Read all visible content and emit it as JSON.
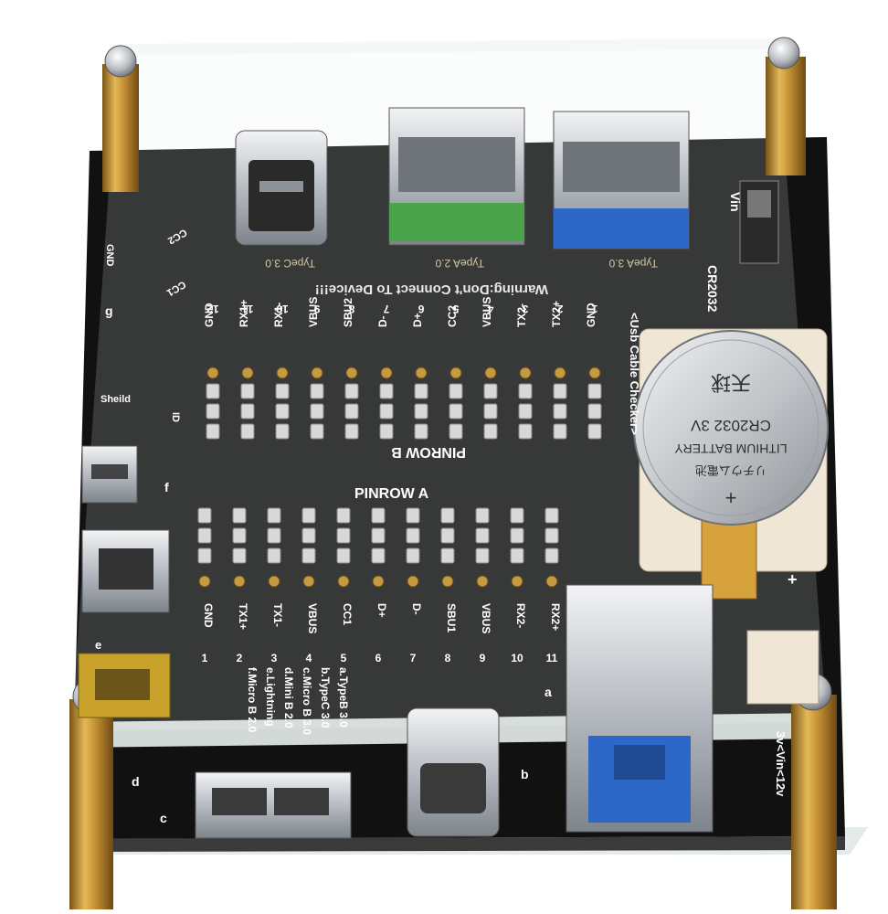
{
  "board": {
    "warning": "Warning:Don't Connect To Device!!!",
    "top_ports": [
      "TypeC 3.0",
      "TypeA 2.0",
      "TypeA 3.0"
    ],
    "pinrow_b": {
      "label": "PINROW B",
      "pins": [
        {
          "num": "12",
          "name": "GND"
        },
        {
          "num": "11",
          "name": "RX1+"
        },
        {
          "num": "10",
          "name": "RX1-"
        },
        {
          "num": "9",
          "name": "VBUS"
        },
        {
          "num": "8",
          "name": "SBU2"
        },
        {
          "num": "7",
          "name": "D-"
        },
        {
          "num": "6",
          "name": "D+"
        },
        {
          "num": "5",
          "name": "CC2"
        },
        {
          "num": "4",
          "name": "VBUS"
        },
        {
          "num": "3",
          "name": "TX2-"
        },
        {
          "num": "2",
          "name": "TX2+"
        },
        {
          "num": "1",
          "name": "GND"
        }
      ]
    },
    "pinrow_a": {
      "label": "PINROW A",
      "pins": [
        {
          "num": "1",
          "name": "GND"
        },
        {
          "num": "2",
          "name": "TX1+"
        },
        {
          "num": "3",
          "name": "TX1-"
        },
        {
          "num": "4",
          "name": "VBUS"
        },
        {
          "num": "5",
          "name": "CC1"
        },
        {
          "num": "6",
          "name": "D+"
        },
        {
          "num": "7",
          "name": "D-"
        },
        {
          "num": "8",
          "name": "SBU1"
        },
        {
          "num": "9",
          "name": "VBUS"
        },
        {
          "num": "10",
          "name": "RX2-"
        },
        {
          "num": "11",
          "name": "RX2+"
        }
      ]
    },
    "side_labels": {
      "cc2": "CC2",
      "cc1": "CC1",
      "gnd": "GND",
      "shield": "Sheild",
      "id": "ID",
      "vin": "Vin",
      "cr2032": "CR2032",
      "checker": "<Usb Cable Checker>",
      "vin_range": "3v<Vin<12v",
      "plus": "+",
      "letter_a": "a",
      "letter_b": "b",
      "letter_c": "c",
      "letter_d": "d",
      "letter_e": "e",
      "letter_f": "f",
      "letter_g": "g"
    },
    "legend": [
      "a.TypeB 3.0",
      "b.TypeC 3.0",
      "c.Micro B 3.0",
      "d.Mini B 2.0",
      "e.Lightning",
      "f.Micro B 2.0"
    ],
    "battery": {
      "brand": "天球",
      "model": "CR2032 3V",
      "type": "LITHIUM BATTERY",
      "jp": "リチウム電池",
      "polarity": "+"
    },
    "colors": {
      "pcb": "#111111",
      "acrylic": "#e9f3f1",
      "brass": "#c99a3b",
      "usb_blue": "#2d68c8",
      "usb_green": "#4aa34a",
      "silver": "#c8ccd0"
    }
  }
}
